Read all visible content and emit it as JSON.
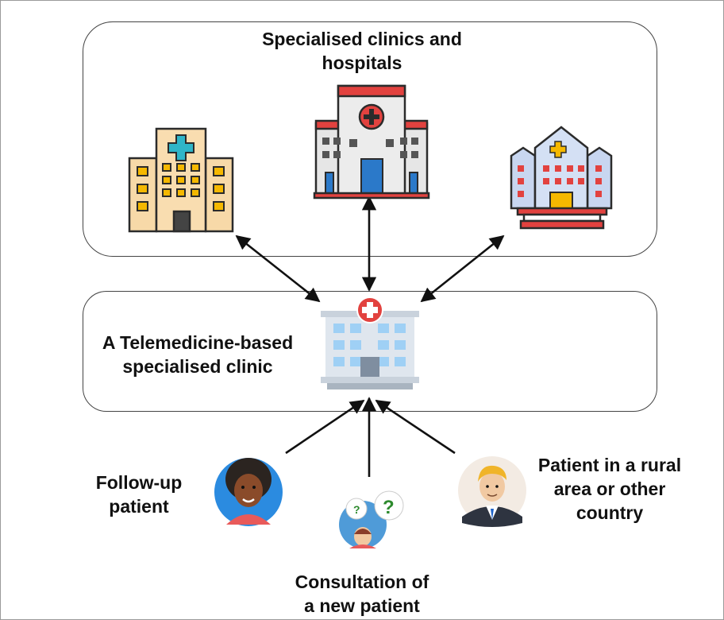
{
  "diagram": {
    "top_group": {
      "title_line1": "Specialised clinics and",
      "title_line2": "hospitals"
    },
    "middle_group": {
      "title_line1": "A Telemedicine-based",
      "title_line2": "specialised clinic"
    },
    "patients": {
      "follow_up": {
        "line1": "Follow-up",
        "line2": "patient"
      },
      "rural": {
        "line1": "Patient in a rural",
        "line2": "area or other",
        "line3": "country"
      },
      "new_patient": {
        "line1": "Consultation of",
        "line2": "a new patient"
      }
    },
    "icons": [
      "hospital-building-icon",
      "hospital-icon",
      "medical-center-icon",
      "telemedicine-clinic-icon",
      "woman-avatar-icon",
      "questioning-girl-icon",
      "businessman-avatar-icon"
    ],
    "colors": {
      "arrow": "#111111",
      "hospital_red": "#e2423f",
      "frame_border": "#444444"
    }
  }
}
